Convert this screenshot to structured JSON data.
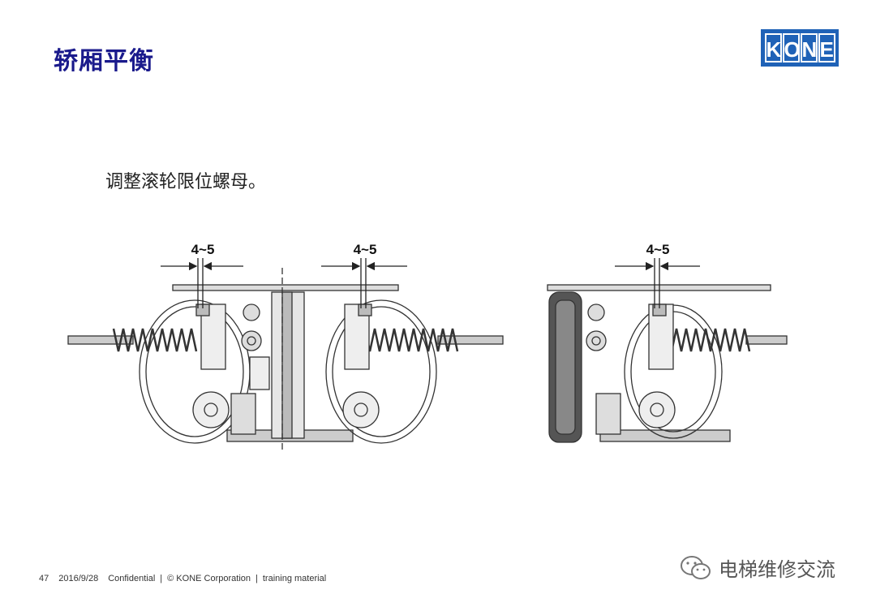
{
  "header": {
    "title": "轿厢平衡",
    "logo_letters": [
      "K",
      "O",
      "N",
      "E"
    ]
  },
  "content": {
    "instruction": "调整滚轮限位螺母。"
  },
  "drawing": {
    "dimension_label": "4~5"
  },
  "footer": {
    "page_number": "47",
    "date": "2016/9/28",
    "confidential": "Confidential",
    "sep": "|",
    "copyright": "© KONE Corporation",
    "material": "training material"
  },
  "watermark": {
    "text": "电梯维修交流"
  },
  "colors": {
    "title": "#1a1a8c",
    "brand": "#1f62b7"
  }
}
